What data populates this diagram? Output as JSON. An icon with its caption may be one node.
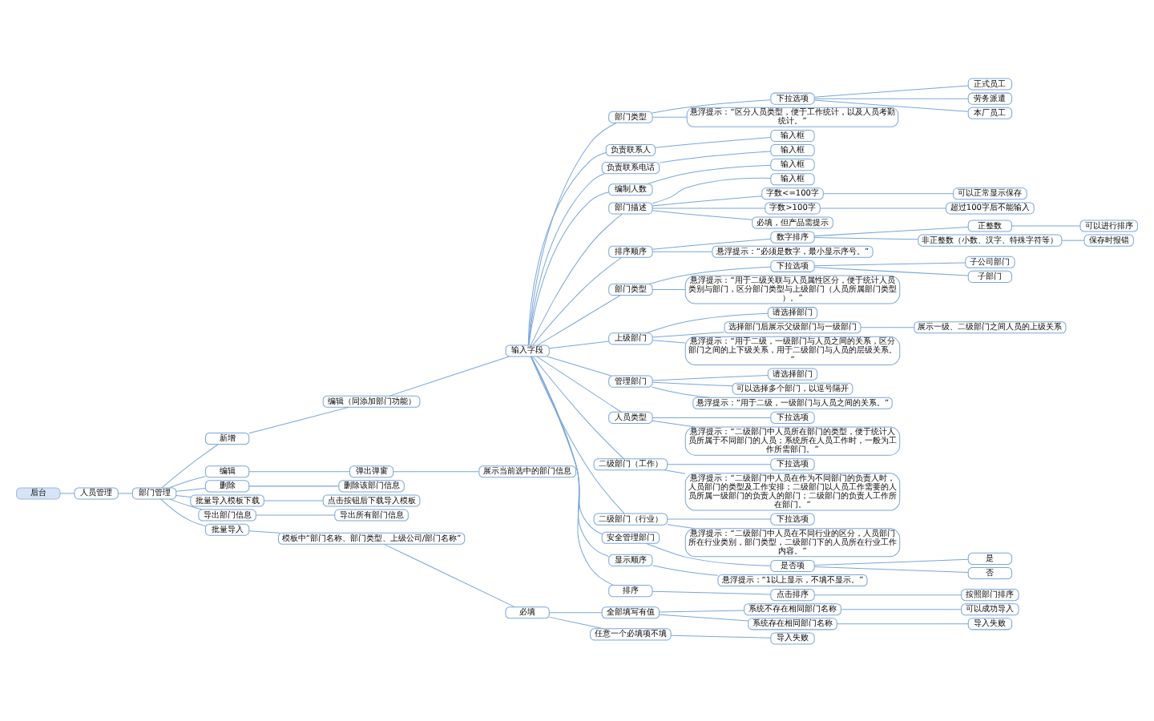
{
  "diagram": {
    "nodes": [
      {
        "text": [
          "后台"
        ]
      },
      {
        "text": [
          "人员管理"
        ]
      },
      {
        "text": [
          "部门管理"
        ]
      },
      {
        "text": [
          "新增"
        ]
      },
      {
        "text": [
          "编辑（同添加部门功能）"
        ]
      },
      {
        "text": [
          "输入字段"
        ]
      },
      {
        "text": [
          "部门类型"
        ]
      },
      {
        "text": [
          "下拉选项"
        ]
      },
      {
        "text": [
          "正式员工"
        ]
      },
      {
        "text": [
          "劳务派遣"
        ]
      },
      {
        "text": [
          "本厂员工"
        ]
      },
      {
        "text": [
          "悬浮提示：“区分人员类型，便于工作统计，以及人员考勤统计。”"
        ]
      },
      {
        "text": [
          "负责联系人"
        ]
      },
      {
        "text": [
          "输入框"
        ]
      },
      {
        "text": [
          "负责联系电话"
        ]
      },
      {
        "text": [
          "输入框"
        ]
      },
      {
        "text": [
          "编制人数"
        ]
      },
      {
        "text": [
          "输入框"
        ]
      },
      {
        "text": [
          "部门描述"
        ]
      },
      {
        "text": [
          "输入框"
        ]
      },
      {
        "text": [
          "字数<=100字"
        ]
      },
      {
        "text": [
          "可以正常显示保存"
        ]
      },
      {
        "text": [
          "字数>100字"
        ]
      },
      {
        "text": [
          "超过100字后不能输入"
        ]
      },
      {
        "text": [
          "必填，但产品需提示"
        ]
      },
      {
        "text": [
          "排序顺序"
        ]
      },
      {
        "text": [
          "数字排序"
        ]
      },
      {
        "text": [
          "正整数"
        ]
      },
      {
        "text": [
          "可以进行排序"
        ]
      },
      {
        "text": [
          "非正整数（小数、汉字、特殊字符等）"
        ]
      },
      {
        "text": [
          "保存时报错"
        ]
      },
      {
        "text": [
          "悬浮提示：“必须是数字，最小显示序号。”"
        ]
      },
      {
        "text": [
          "部门类型"
        ]
      },
      {
        "text": [
          "下拉选项"
        ]
      },
      {
        "text": [
          "子公司部门"
        ]
      },
      {
        "text": [
          "子部门"
        ]
      },
      {
        "text": [
          "悬浮提示：“用于二级关联与人员属性区分，便于统计人员类别与部门，区分部门类型与上级部门（人员所属部门类型）。”"
        ]
      },
      {
        "text": [
          "上级部门"
        ]
      },
      {
        "text": [
          "请选择部门"
        ]
      },
      {
        "text": [
          "选择部门后展示父级部门与一级部门"
        ]
      },
      {
        "text": [
          "展示一级、二级部门之间人员的上级关系"
        ]
      },
      {
        "text": [
          "悬浮提示：“用于二级，一级部门与人员之间的关系，区分部门之间的上下级关系，用于二级部门与人员的层级关系。”"
        ]
      },
      {
        "text": [
          "管理部门"
        ]
      },
      {
        "text": [
          "请选择部门"
        ]
      },
      {
        "text": [
          "可以选择多个部门，以逗号隔开"
        ]
      },
      {
        "text": [
          "悬浮提示：“用于二级，一级部门与人员之间的关系。”"
        ]
      },
      {
        "text": [
          "人员类型"
        ]
      },
      {
        "text": [
          "下拉选项"
        ]
      },
      {
        "text": [
          "悬浮提示：“二级部门中人员所在部门的类型，便于统计人员所属于不同部门的人员；系统所在人员工作时，一般为工作所需部门。”"
        ]
      },
      {
        "text": [
          "二级部门（工作）"
        ]
      },
      {
        "text": [
          "下拉选项"
        ]
      },
      {
        "text": [
          "悬浮提示：“二级部门中人员在作为不同部门的负责人时，人员部门的类型及工作安排；二级部门以人员工作需要的人员所属一级部门的负责人的部门；二级部门的负责人工作所在部门。”"
        ]
      },
      {
        "text": [
          "二级部门（行业）"
        ]
      },
      {
        "text": [
          "下拉选项"
        ]
      },
      {
        "text": [
          "悬浮提示：“二级部门中人员在不同行业的区分，人员部门所在行业类别，部门类型，二级部门下的人员所在行业工作内容。”"
        ]
      },
      {
        "text": [
          "安全管理部门"
        ]
      },
      {
        "text": [
          "是否项"
        ]
      },
      {
        "text": [
          "是"
        ]
      },
      {
        "text": [
          "否"
        ]
      },
      {
        "text": [
          "显示顺序"
        ]
      },
      {
        "text": [
          "悬浮提示：“1以上显示，不填不显示。”"
        ]
      },
      {
        "text": [
          "排序"
        ]
      },
      {
        "text": [
          "点击排序"
        ]
      },
      {
        "text": [
          "按照部门排序"
        ]
      },
      {
        "text": [
          "编辑"
        ]
      },
      {
        "text": [
          "弹出弹窗"
        ]
      },
      {
        "text": [
          "展示当前选中的部门信息"
        ]
      },
      {
        "text": [
          "删除"
        ]
      },
      {
        "text": [
          "删除该部门信息"
        ]
      },
      {
        "text": [
          "批量导入模板下载"
        ]
      },
      {
        "text": [
          "点击按钮后下载导入模板"
        ]
      },
      {
        "text": [
          "导出部门信息"
        ]
      },
      {
        "text": [
          "导出所有部门信息"
        ]
      },
      {
        "text": [
          "批量导入"
        ]
      },
      {
        "text": [
          "模板中“部门名称、部门类型、上级公司/部门名称”"
        ]
      },
      {
        "text": [
          "必填"
        ]
      },
      {
        "text": [
          "全部填写有值"
        ]
      },
      {
        "text": [
          "系统不存在相同部门名称"
        ]
      },
      {
        "text": [
          "可以成功导入"
        ]
      },
      {
        "text": [
          "系统存在相同部门名称"
        ]
      },
      {
        "text": [
          "导入失败"
        ]
      },
      {
        "text": [
          "任意一个必填项不填"
        ]
      },
      {
        "text": [
          "导入失败"
        ]
      }
    ],
    "edges": [
      {
        "from": 0,
        "to": 1,
        "arrow": "none"
      },
      {
        "from": 1,
        "to": 2,
        "arrow": "none"
      },
      {
        "from": 2,
        "to": 3,
        "arrow": "none"
      },
      {
        "from": 3,
        "to": 4,
        "arrow": "none"
      },
      {
        "from": 4,
        "to": 5,
        "arrow": "none"
      },
      {
        "from": 5,
        "to": 6,
        "arrow": "none"
      },
      {
        "from": 6,
        "to": 7,
        "arrow": "none"
      },
      {
        "from": 7,
        "to": 8,
        "arrow": "none"
      },
      {
        "from": 7,
        "to": 9,
        "arrow": "none"
      },
      {
        "from": 7,
        "to": 10,
        "arrow": "none"
      },
      {
        "from": 6,
        "to": 11,
        "arrow": "none"
      },
      {
        "from": 5,
        "to": 12,
        "arrow": "none"
      },
      {
        "from": 12,
        "to": 13,
        "arrow": "none"
      },
      {
        "from": 5,
        "to": 14,
        "arrow": "none"
      },
      {
        "from": 14,
        "to": 15,
        "arrow": "none"
      },
      {
        "from": 5,
        "to": 16,
        "arrow": "none"
      },
      {
        "from": 16,
        "to": 17,
        "arrow": "none"
      },
      {
        "from": 5,
        "to": 18,
        "arrow": "none"
      },
      {
        "from": 18,
        "to": 19,
        "arrow": "none"
      },
      {
        "from": 18,
        "to": 20,
        "arrow": "none"
      },
      {
        "from": 20,
        "to": 21,
        "arrow": "none"
      },
      {
        "from": 18,
        "to": 22,
        "arrow": "none"
      },
      {
        "from": 22,
        "to": 23,
        "arrow": "none"
      },
      {
        "from": 18,
        "to": 24,
        "arrow": "none"
      },
      {
        "from": 5,
        "to": 25,
        "arrow": "none"
      },
      {
        "from": 25,
        "to": 26,
        "arrow": "none"
      },
      {
        "from": 26,
        "to": 27,
        "arrow": "none"
      },
      {
        "from": 27,
        "to": 28,
        "arrow": "none"
      },
      {
        "from": 26,
        "to": 29,
        "arrow": "none"
      },
      {
        "from": 29,
        "to": 30,
        "arrow": "none"
      },
      {
        "from": 25,
        "to": 31,
        "arrow": "none"
      },
      {
        "from": 5,
        "to": 32,
        "arrow": "none"
      },
      {
        "from": 32,
        "to": 33,
        "arrow": "none"
      },
      {
        "from": 33,
        "to": 34,
        "arrow": "none"
      },
      {
        "from": 33,
        "to": 35,
        "arrow": "none"
      },
      {
        "from": 32,
        "to": 36,
        "arrow": "none"
      },
      {
        "from": 5,
        "to": 37,
        "arrow": "none"
      },
      {
        "from": 37,
        "to": 38,
        "arrow": "none"
      },
      {
        "from": 37,
        "to": 39,
        "arrow": "none"
      },
      {
        "from": 39,
        "to": 40,
        "arrow": "none"
      },
      {
        "from": 37,
        "to": 41,
        "arrow": "none"
      },
      {
        "from": 5,
        "to": 42,
        "arrow": "none"
      },
      {
        "from": 42,
        "to": 43,
        "arrow": "none"
      },
      {
        "from": 42,
        "to": 44,
        "arrow": "none"
      },
      {
        "from": 42,
        "to": 45,
        "arrow": "none"
      },
      {
        "from": 5,
        "to": 46,
        "arrow": "none"
      },
      {
        "from": 46,
        "to": 47,
        "arrow": "none"
      },
      {
        "from": 46,
        "to": 48,
        "arrow": "none"
      },
      {
        "from": 5,
        "to": 49,
        "arrow": "none"
      },
      {
        "from": 49,
        "to": 50,
        "arrow": "none"
      },
      {
        "from": 49,
        "to": 51,
        "arrow": "none"
      },
      {
        "from": 5,
        "to": 52,
        "arrow": "none"
      },
      {
        "from": 52,
        "to": 53,
        "arrow": "none"
      },
      {
        "from": 52,
        "to": 54,
        "arrow": "none"
      },
      {
        "from": 5,
        "to": 55,
        "arrow": "none"
      },
      {
        "from": 55,
        "to": 56,
        "arrow": "none"
      },
      {
        "from": 56,
        "to": 57,
        "arrow": "none"
      },
      {
        "from": 56,
        "to": 58,
        "arrow": "none"
      },
      {
        "from": 5,
        "to": 59,
        "arrow": "none"
      },
      {
        "from": 59,
        "to": 60,
        "arrow": "none"
      },
      {
        "from": 5,
        "to": 61,
        "arrow": "none"
      },
      {
        "from": 61,
        "to": 62,
        "arrow": "none"
      },
      {
        "from": 62,
        "to": 63,
        "arrow": "none"
      },
      {
        "from": 2,
        "to": 64,
        "arrow": "none"
      },
      {
        "from": 64,
        "to": 65,
        "arrow": "none"
      },
      {
        "from": 65,
        "to": 66,
        "arrow": "none"
      },
      {
        "from": 2,
        "to": 67,
        "arrow": "none"
      },
      {
        "from": 67,
        "to": 68,
        "arrow": "none"
      },
      {
        "from": 2,
        "to": 69,
        "arrow": "none"
      },
      {
        "from": 69,
        "to": 70,
        "arrow": "none"
      },
      {
        "from": 2,
        "to": 71,
        "arrow": "none"
      },
      {
        "from": 71,
        "to": 72,
        "arrow": "none"
      },
      {
        "from": 2,
        "to": 73,
        "arrow": "none"
      },
      {
        "from": 73,
        "to": 74,
        "arrow": "none"
      },
      {
        "from": 74,
        "to": 75,
        "arrow": "none"
      },
      {
        "from": 75,
        "to": 76,
        "arrow": "none"
      },
      {
        "from": 76,
        "to": 77,
        "arrow": "none"
      },
      {
        "from": 77,
        "to": 78,
        "arrow": "none"
      },
      {
        "from": 76,
        "to": 79,
        "arrow": "none"
      },
      {
        "from": 79,
        "to": 80,
        "arrow": "none"
      },
      {
        "from": 75,
        "to": 81,
        "arrow": "none"
      },
      {
        "from": 81,
        "to": 82,
        "arrow": "none"
      }
    ]
  }
}
